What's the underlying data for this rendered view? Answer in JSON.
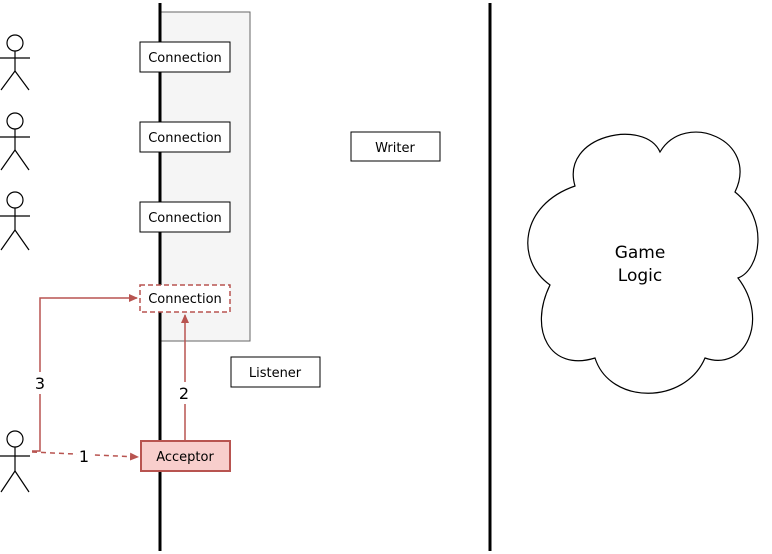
{
  "connections": [
    "Connection",
    "Connection",
    "Connection"
  ],
  "new_connection": "Connection",
  "listener": "Listener",
  "writer": "Writer",
  "acceptor": "Acceptor",
  "cloud": {
    "line1": "Game",
    "line2": "Logic"
  },
  "steps": {
    "one": "1",
    "two": "2",
    "three": "3"
  },
  "colors": {
    "accent": "#b85450",
    "acceptor_fill": "#f8cecc",
    "panel_fill": "#f5f5f5"
  }
}
